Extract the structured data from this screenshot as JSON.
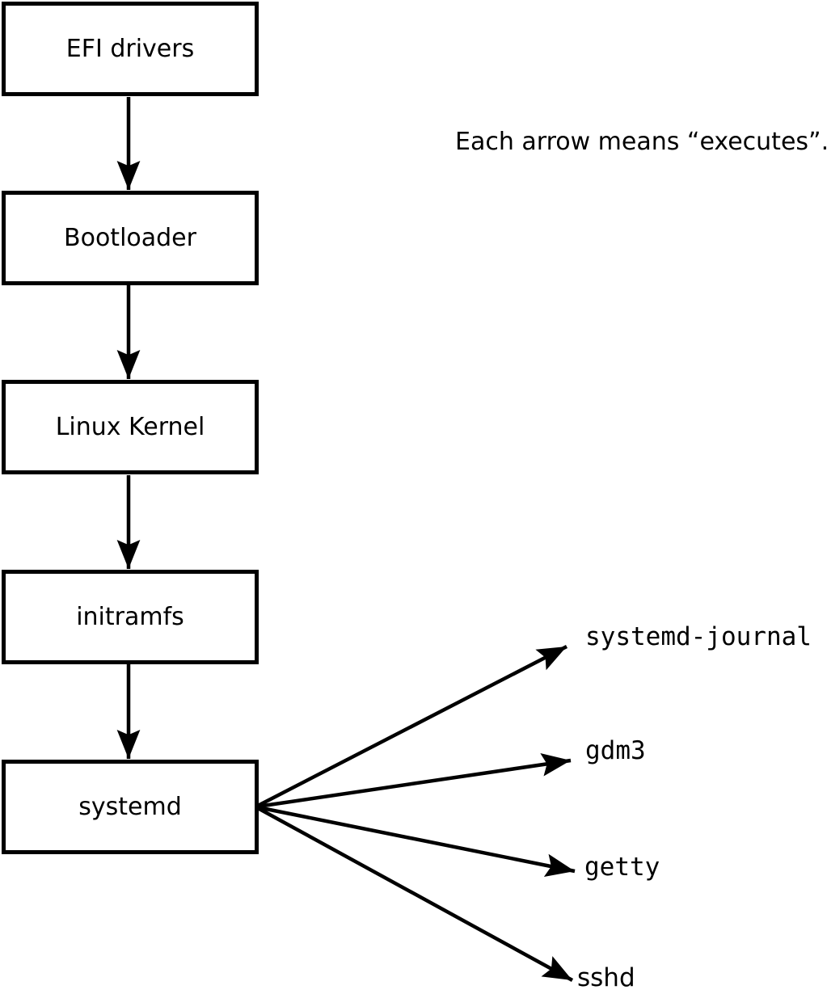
{
  "page": {
    "background": "#ffffff",
    "ink": "#000000"
  },
  "caption": {
    "text": "Each arrow means “executes”."
  },
  "chain": {
    "boxes": [
      {
        "label": "EFI drivers"
      },
      {
        "label": "Bootloader"
      },
      {
        "label": "Linux Kernel"
      },
      {
        "label": "initramfs"
      },
      {
        "label": "systemd"
      }
    ]
  },
  "spawned_processes": [
    {
      "label": "systemd-journal"
    },
    {
      "label": "gdm3"
    },
    {
      "label": "getty"
    },
    {
      "label": "sshd"
    }
  ]
}
